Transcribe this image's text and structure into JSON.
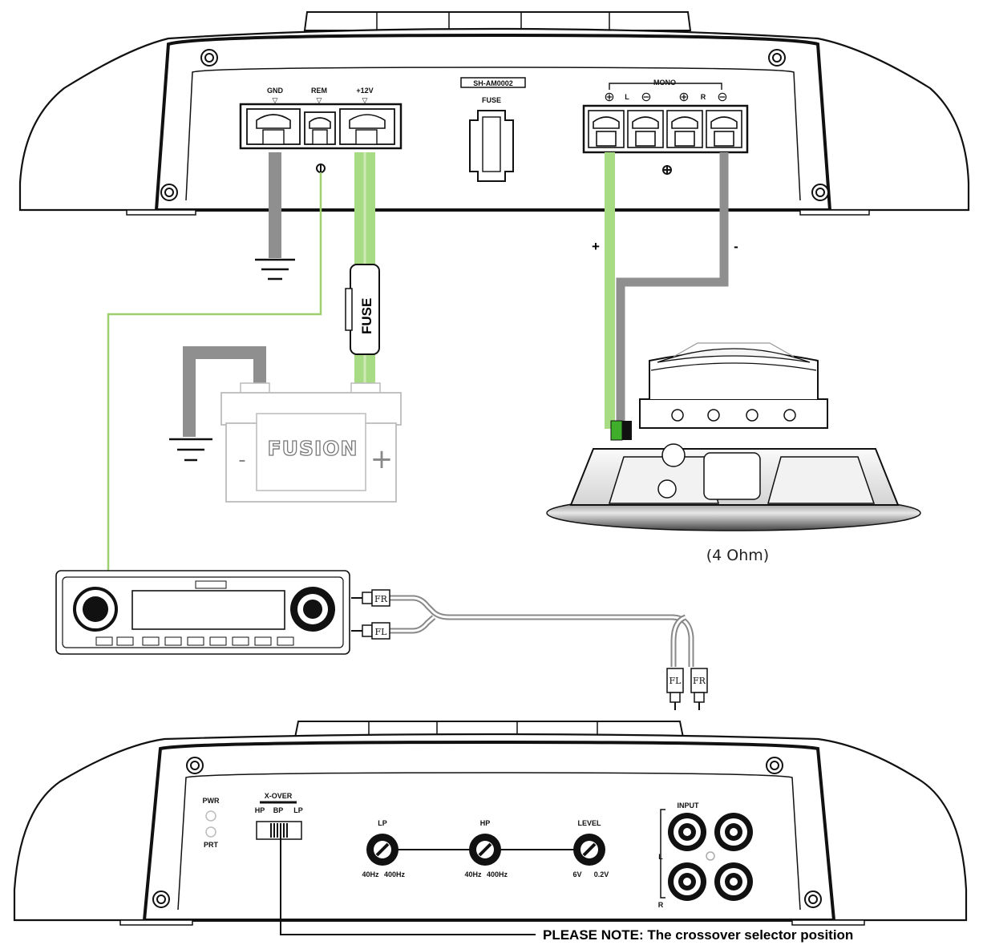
{
  "amp_top": {
    "terminals": {
      "gnd": "GND",
      "rem": "REM",
      "plus12": "+12V"
    },
    "model": "SH-AM0002",
    "fuse_label": "FUSE",
    "mono": "MONO",
    "speaker_l": "L",
    "speaker_r": "R"
  },
  "wiring": {
    "inline_fuse": "FUSE",
    "speaker_plus": "+",
    "speaker_minus": "-"
  },
  "battery": {
    "brand": "FUSION",
    "minus": "-",
    "plus": "+"
  },
  "speaker": {
    "impedance": "(4 Ohm)"
  },
  "rca": {
    "fr": "FR",
    "fl": "FL"
  },
  "amp_bottom": {
    "pwr": "PWR",
    "prt": "PRT",
    "crossover_title": "X-OVER",
    "crossover_opts": [
      "HP",
      "BP",
      "LP"
    ],
    "knobs": [
      {
        "label": "LP",
        "min": "40Hz",
        "max": "400Hz"
      },
      {
        "label": "HP",
        "min": "40Hz",
        "max": "400Hz"
      },
      {
        "label": "LEVEL",
        "min": "6V",
        "max": "0.2V"
      }
    ],
    "input": "INPUT",
    "input_l": "L",
    "input_r": "R"
  },
  "note": "PLEASE NOTE: The crossover selector position",
  "colors": {
    "power_wire": "#a8dc84",
    "ground_wire": "#8f8f8f",
    "remote_wire": "#9ed06f",
    "outline": "#111111"
  }
}
